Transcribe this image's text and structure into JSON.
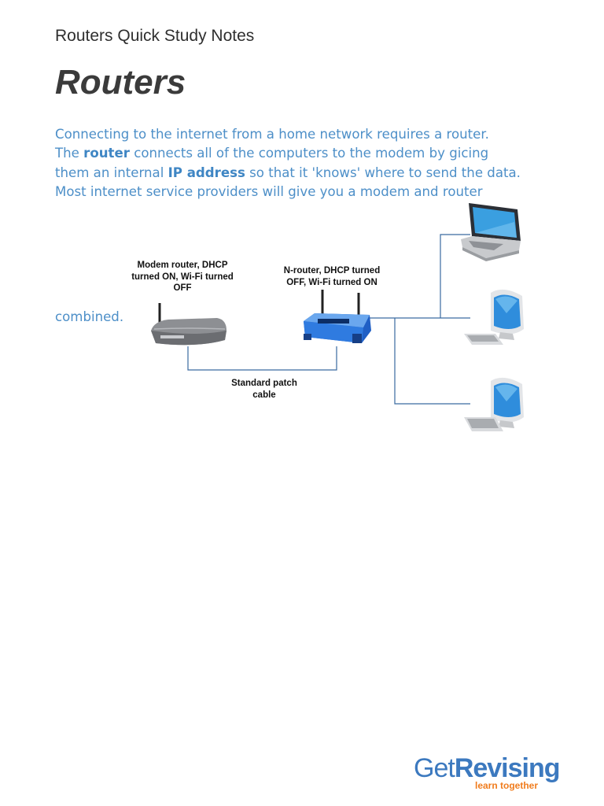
{
  "header": {
    "title": "Routers Quick Study Notes"
  },
  "main": {
    "heading": "Routers",
    "paragraph": {
      "line1": "Connecting to the internet from a home network requires a router.",
      "line2_pre": "The ",
      "line2_bold": "router",
      "line2_post": " connects all of the computers to the modem by gicing",
      "line3_pre": "them an internal ",
      "line3_bold": "IP address",
      "line3_post": " so that it 'knows' where to send the data.",
      "line4": "Most internet service providers will give you a modem and router",
      "trailing": "combined."
    }
  },
  "diagram": {
    "modem_label": "Modem router, DHCP turned ON, Wi-Fi turned OFF",
    "nrouter_label": "N-router, DHCP turned OFF, Wi-Fi turned ON",
    "cable_label": "Standard patch cable"
  },
  "footer": {
    "logo_get": "Get",
    "logo_revising": "Revising",
    "logo_tagline": "learn together"
  }
}
